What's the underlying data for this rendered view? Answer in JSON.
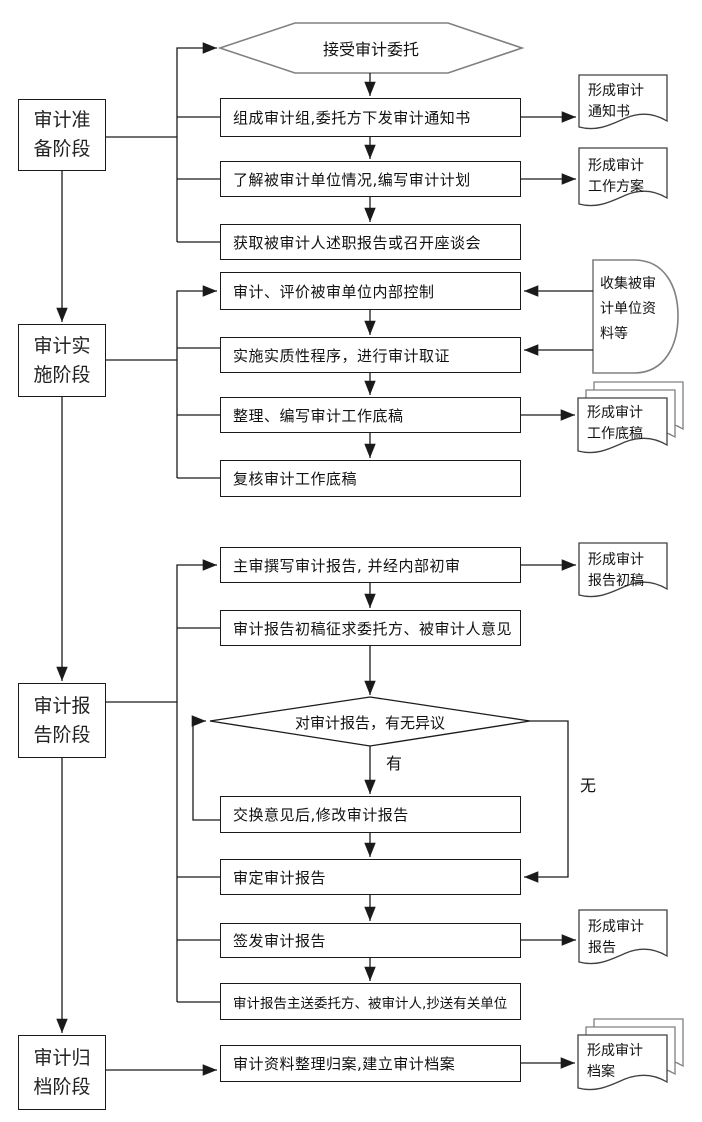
{
  "flowchart": {
    "start": {
      "label": "接受审计委托"
    },
    "stages": [
      {
        "label": "审计准\n备阶段"
      },
      {
        "label": "审计实\n施阶段"
      },
      {
        "label": "审计报\n告阶段"
      },
      {
        "label": "审计归\n档阶段"
      }
    ],
    "preparation_steps": [
      {
        "label": "组成审计组,委托方下发审计通知书"
      },
      {
        "label": "了解被审计单位情况,编写审计计划"
      },
      {
        "label": "获取被审计人述职报告或召开座谈会"
      }
    ],
    "implementation_steps": [
      {
        "label": "审计、评价被审单位内部控制"
      },
      {
        "label": "实施实质性程序，进行审计取证"
      },
      {
        "label": "整理、编写审计工作底稿"
      },
      {
        "label": "复核审计工作底稿"
      }
    ],
    "reporting_steps": [
      {
        "label": "主审撰写审计报告, 并经内部初审"
      },
      {
        "label": "审计报告初稿征求委托方、被审计人意见"
      },
      {
        "label": "交换意见后,修改审计报告"
      },
      {
        "label": "审定审计报告"
      },
      {
        "label": "签发审计报告"
      },
      {
        "label": "审计报告主送委托方、被审计人,抄送有关单位"
      }
    ],
    "archive_steps": [
      {
        "label": "审计资料整理归案,建立审计档案"
      }
    ],
    "decision": {
      "label": "对审计报告，有无异议",
      "yes_label": "有",
      "no_label": "无"
    },
    "data_store": {
      "label": "收集被审\n计单位资\n料等"
    },
    "documents": [
      {
        "label": "形成审计\n通知书"
      },
      {
        "label": "形成审计\n工作方案"
      },
      {
        "label": "形成审计\n工作底稿"
      },
      {
        "label": "形成审计\n报告初稿"
      },
      {
        "label": "形成审计\n报告"
      },
      {
        "label": "形成审计\n档案"
      }
    ],
    "colors": {
      "line": "#1a1a1a",
      "start_outline": "#808080",
      "store_outline": "#808080"
    }
  }
}
